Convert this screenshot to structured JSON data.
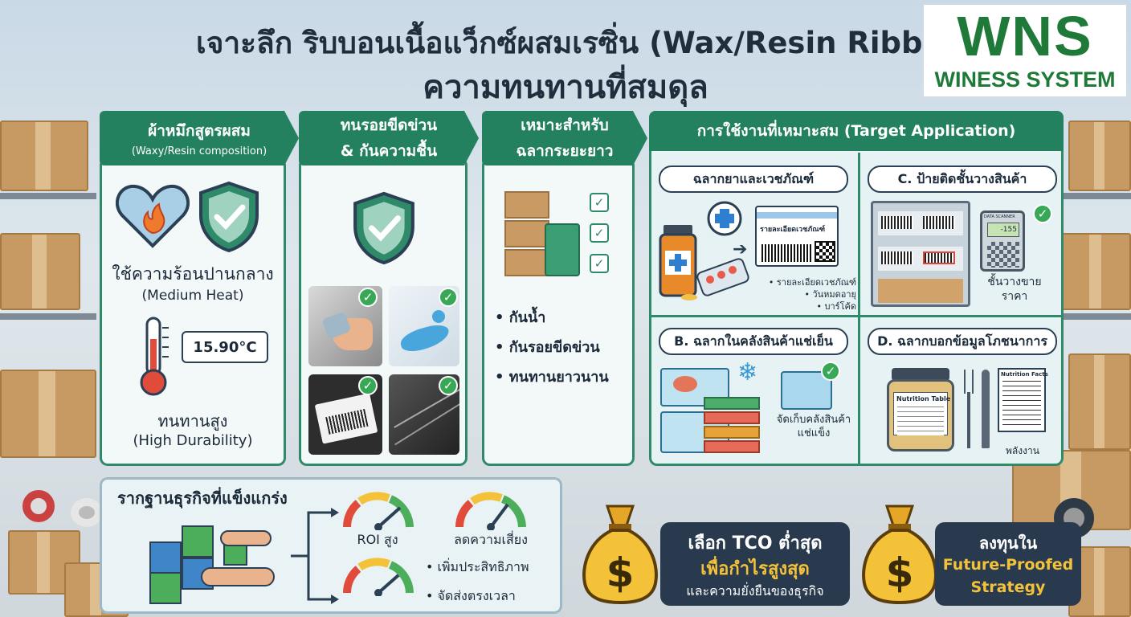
{
  "header": {
    "title_line1": "เจาะลึก ริบบอนเนื้อแว็กซ์ผสมเรซิ่น (Wax/Resin Ribbo",
    "title_line2": "ความทนทานที่สมดุล"
  },
  "logo": {
    "mark": "WNS",
    "name": "WINESS SYSTEM",
    "color": "#1f7a3a"
  },
  "composition": {
    "heading": "ผ้าหมึกสูตรผสม",
    "subheading": "(Waxy/Resin composition)",
    "icons": [
      "heart-flame-icon",
      "shield-check-icon"
    ],
    "heat_th": "ใช้ความร้อนปานกลาง",
    "heat_en": "(Medium Heat)",
    "temperature": "15.90°C",
    "durability_th": "ทนทานสูง",
    "durability_en": "(High Durability)"
  },
  "resistance": {
    "heading_line1": "ทนรอยขีดข่วน",
    "heading_line2": "& กันความชื้น",
    "icons": [
      "shield-check-icon",
      "wiping-hand-image",
      "water-splash-image",
      "barcode-label-image",
      "scratched-surface-image"
    ]
  },
  "longterm": {
    "heading_line1": "เหมาะสำหรับ",
    "heading_line2": "ฉลากระยะยาว",
    "bullets": [
      "• กันน้ำ",
      "• กันรอยขีดข่วน",
      "• ทนทานยาวนาน"
    ]
  },
  "target": {
    "heading": "การใช้งานที่เหมาะสม (Target Application)",
    "a": {
      "label": "ฉลากยาและเวชภัณฑ์",
      "card_title": "รายละเอียดเวชภัณฑ์",
      "bullets": [
        "• รายละเอียดเวชภัณฑ์",
        "• วันหมดอายุ",
        "• บาร์โค้ด"
      ]
    },
    "b": {
      "label": "B. ฉลากในคลังสินค้าแช่เย็น",
      "caption_line1": "จัดเก็บคลังสินค้า",
      "caption_line2": "แช่แข็ง"
    },
    "c": {
      "label": "C. ป้ายติดชั้นวางสินค้า",
      "device_label": "DATA SCANNER",
      "device_value": "-155",
      "caption_line1": "ชั้นวางขาย",
      "caption_line2": "ราคา"
    },
    "d": {
      "label": "D. ฉลากบอกข้อมูลโภชนาการ",
      "jar_label": "Nutrition Table",
      "sheet_title": "Nutrition Facts",
      "caption": "พลังงาน"
    }
  },
  "business": {
    "heading": "รากฐานธุรกิจที่แข็งแกร่ง",
    "roi": "ROI สูง",
    "risk": "ลดความเสี่ยง",
    "bullets": [
      "• เพิ่มประสิทธิภาพ",
      "• จัดส่งตรงเวลา"
    ]
  },
  "tco": {
    "line1": "เลือก TCO ต่ำสุด",
    "line2": "เพื่อกำไรสูงสุด",
    "line3": "และความยั่งยืนของธุรกิจ",
    "icon": "money-bag-icon"
  },
  "future": {
    "line1": "ลงทุนใน",
    "line2": "Future-Proofed",
    "line3": "Strategy",
    "icon": "money-bag-icon"
  },
  "colors": {
    "primary_green": "#238160",
    "accent_gold": "#f3c238",
    "dark_navy": "#2a3a4e"
  }
}
